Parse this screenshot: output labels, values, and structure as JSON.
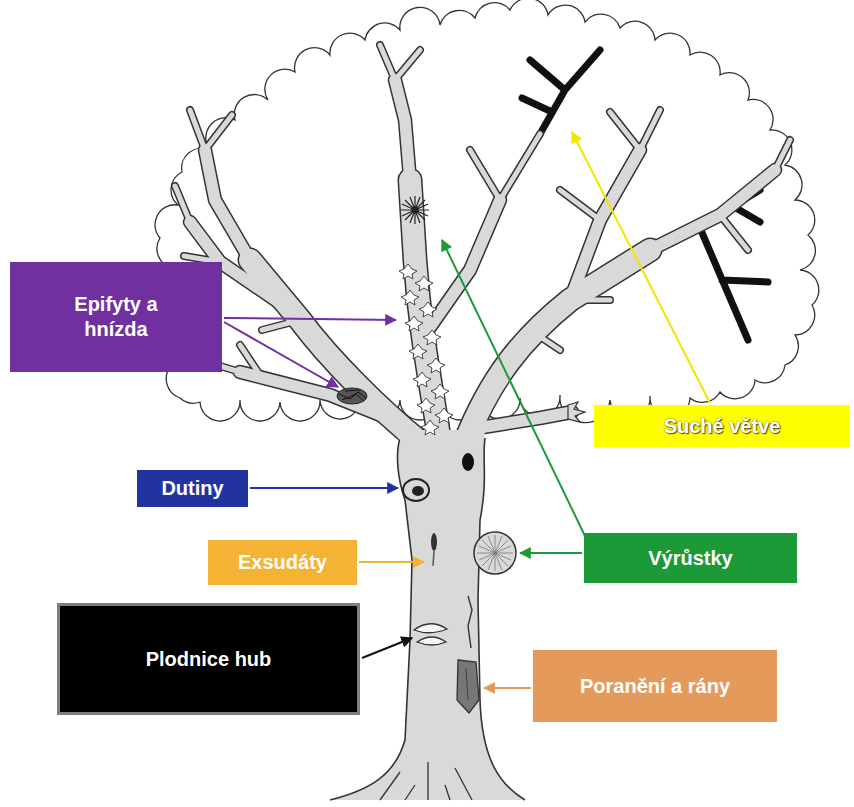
{
  "diagram": {
    "nodes": [
      {
        "text": [
          "Epifyty a hnízda"
        ]
      },
      {
        "text": [
          "Suché větve"
        ]
      },
      {
        "text": [
          "Dutiny"
        ]
      },
      {
        "text": [
          "Výrůstky"
        ]
      },
      {
        "text": [
          "Exsudáty"
        ]
      },
      {
        "text": [
          "Plodnice hub"
        ]
      },
      {
        "text": [
          "Poranění a rány"
        ]
      }
    ]
  }
}
